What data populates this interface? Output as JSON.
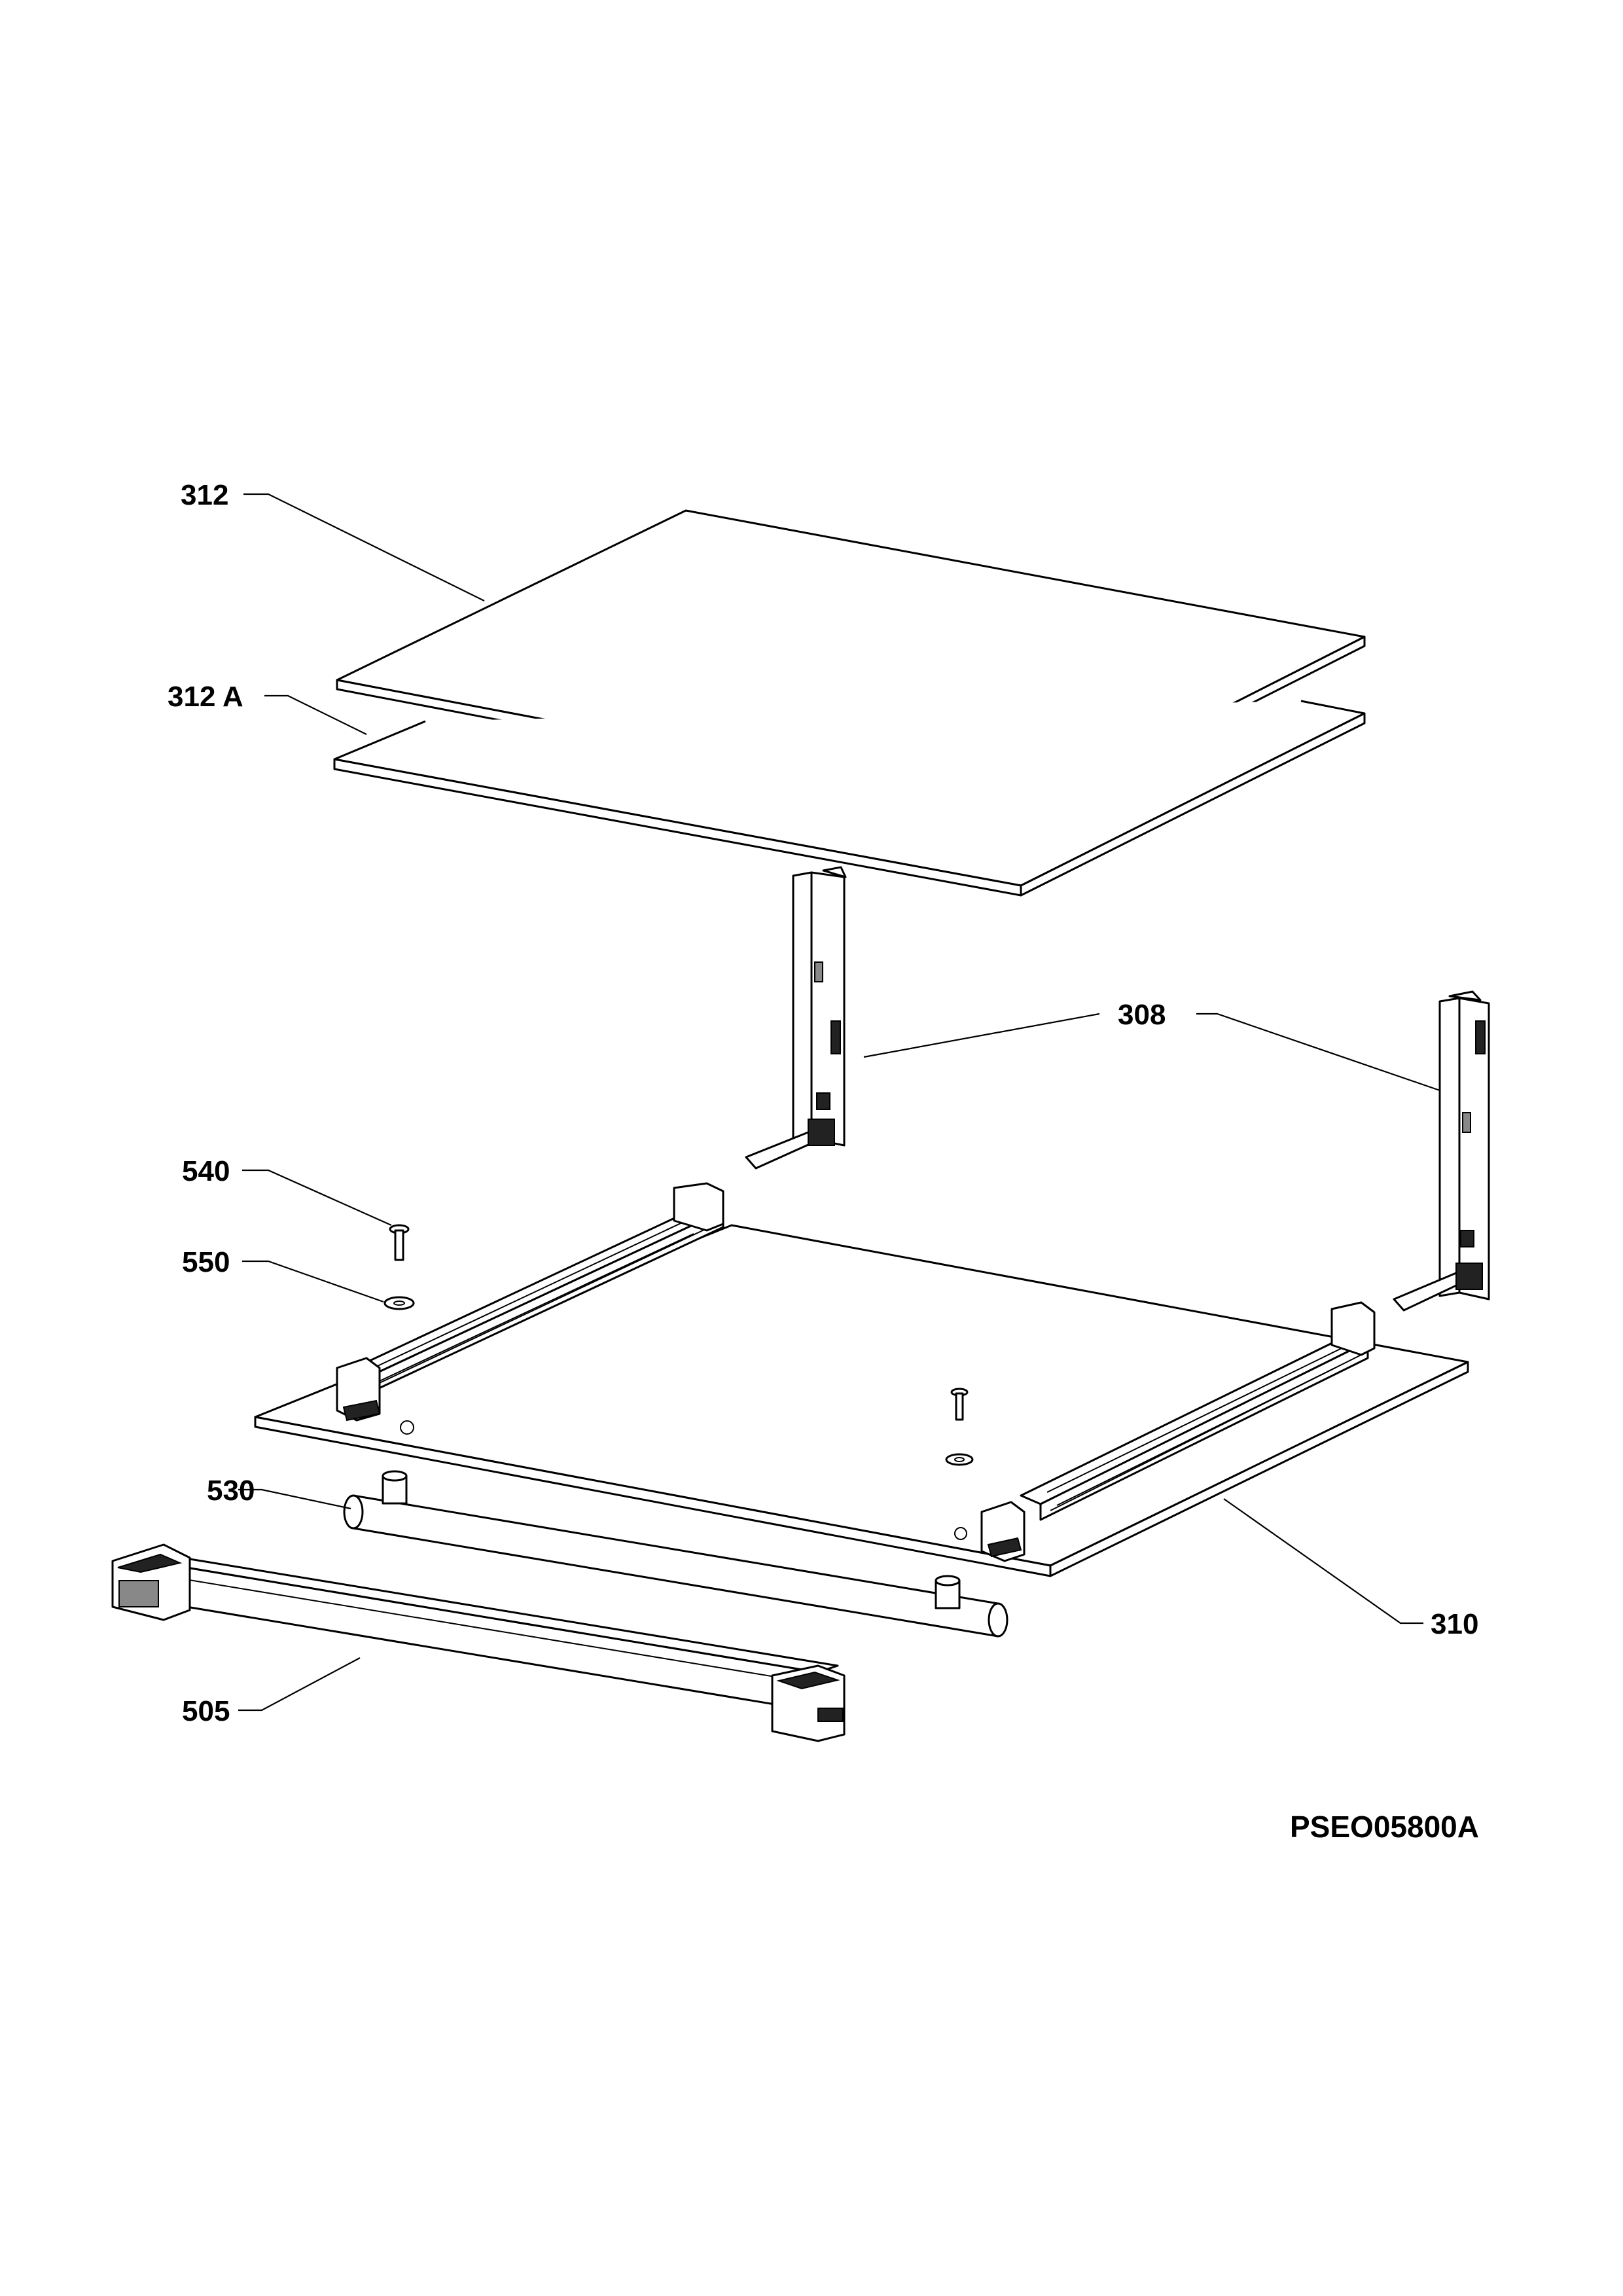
{
  "diagram": {
    "callouts": {
      "c312": "312",
      "c312a": "312 A",
      "c308": "308",
      "c540": "540",
      "c550": "550",
      "c530": "530",
      "c310": "310",
      "c505": "505"
    },
    "drawing_code": "PSEO05800A"
  }
}
